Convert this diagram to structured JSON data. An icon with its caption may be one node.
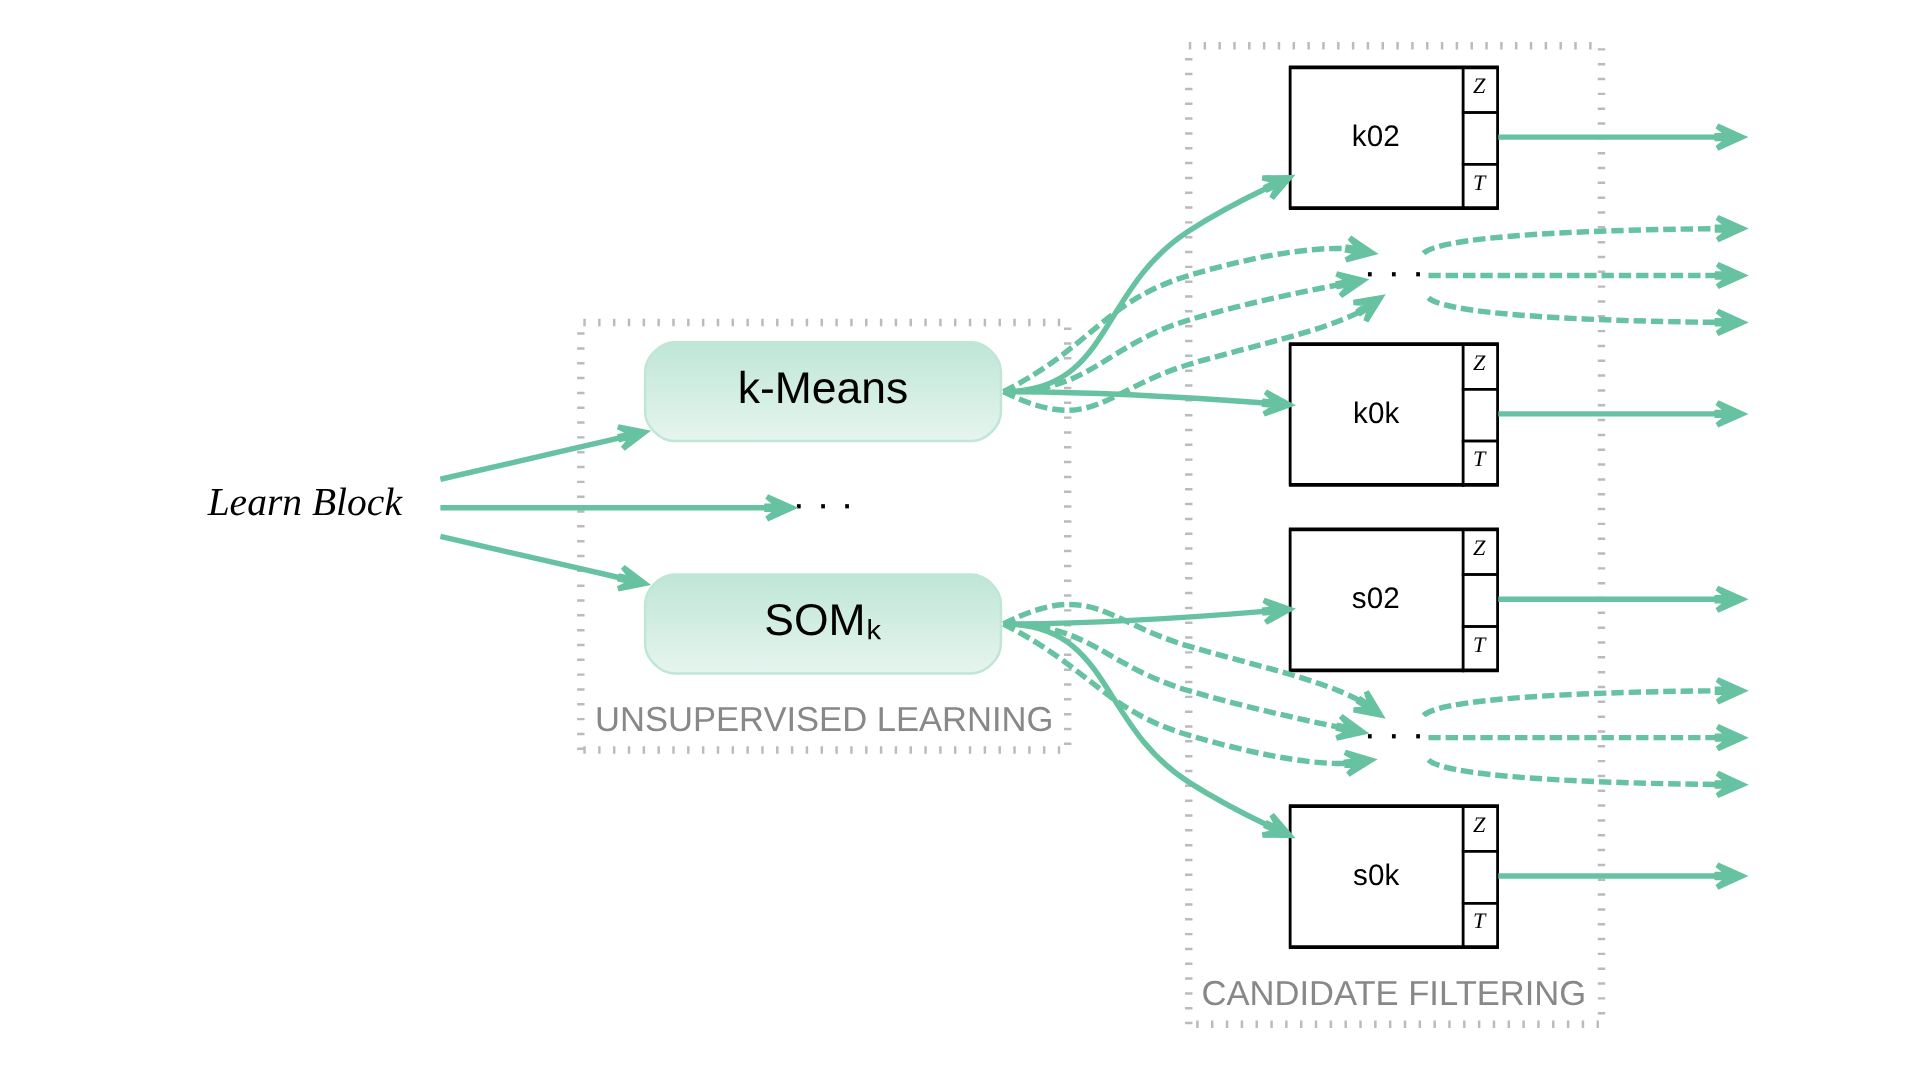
{
  "diagram": {
    "nodes": [
      {
        "text": [
          "UNSUPERVISED LEARNING"
        ]
      },
      {
        "text": [
          "CANDIDATE FILTERING"
        ]
      },
      {
        "text": [
          "Learn Block"
        ]
      },
      {
        "text": [
          "k-Means"
        ],
        "in": 0
      },
      {
        "text": [
          "· · ·"
        ],
        "in": 0
      },
      {
        "text": [
          "SOMₖ"
        ],
        "in": 0
      },
      {
        "text": [
          "k02",
          "Z",
          "T"
        ],
        "in": 1
      },
      {
        "text": [
          "· · ·"
        ],
        "in": 1
      },
      {
        "text": [
          "k0k",
          "Z",
          "T"
        ],
        "in": 1
      },
      {
        "text": [
          "s02",
          "Z",
          "T"
        ],
        "in": 1
      },
      {
        "text": [
          "· · ·"
        ],
        "in": 1
      },
      {
        "text": [
          "s0k",
          "Z",
          "T"
        ],
        "in": 1
      }
    ],
    "edges": [
      {
        "from": 2,
        "to": 3,
        "arrow": "to"
      },
      {
        "from": 2,
        "to": 4,
        "arrow": "to"
      },
      {
        "from": 2,
        "to": 5,
        "arrow": "to"
      },
      {
        "from": 3,
        "to": 6,
        "arrow": "to"
      },
      {
        "from": 3,
        "to": 7,
        "arrow": "to",
        "style": "dashed"
      },
      {
        "from": 3,
        "to": 7,
        "arrow": "to",
        "style": "dashed"
      },
      {
        "from": 3,
        "to": 7,
        "arrow": "to",
        "style": "dashed"
      },
      {
        "from": 3,
        "to": 8,
        "arrow": "to"
      },
      {
        "from": 5,
        "to": 9,
        "arrow": "to"
      },
      {
        "from": 5,
        "to": 10,
        "arrow": "to",
        "style": "dashed"
      },
      {
        "from": 5,
        "to": 10,
        "arrow": "to",
        "style": "dashed"
      },
      {
        "from": 5,
        "to": 10,
        "arrow": "to",
        "style": "dashed"
      },
      {
        "from": 5,
        "to": 11,
        "arrow": "to"
      },
      {
        "from": 6,
        "to": null,
        "arrow": "to"
      },
      {
        "from": 7,
        "to": null,
        "arrow": "to",
        "style": "dashed"
      },
      {
        "from": 7,
        "to": null,
        "arrow": "to",
        "style": "dashed"
      },
      {
        "from": 7,
        "to": null,
        "arrow": "to",
        "style": "dashed"
      },
      {
        "from": 8,
        "to": null,
        "arrow": "to"
      },
      {
        "from": 9,
        "to": null,
        "arrow": "to"
      },
      {
        "from": 10,
        "to": null,
        "arrow": "to",
        "style": "dashed"
      },
      {
        "from": 10,
        "to": null,
        "arrow": "to",
        "style": "dashed"
      },
      {
        "from": 10,
        "to": null,
        "arrow": "to",
        "style": "dashed"
      },
      {
        "from": 11,
        "to": null,
        "arrow": "to"
      }
    ]
  }
}
